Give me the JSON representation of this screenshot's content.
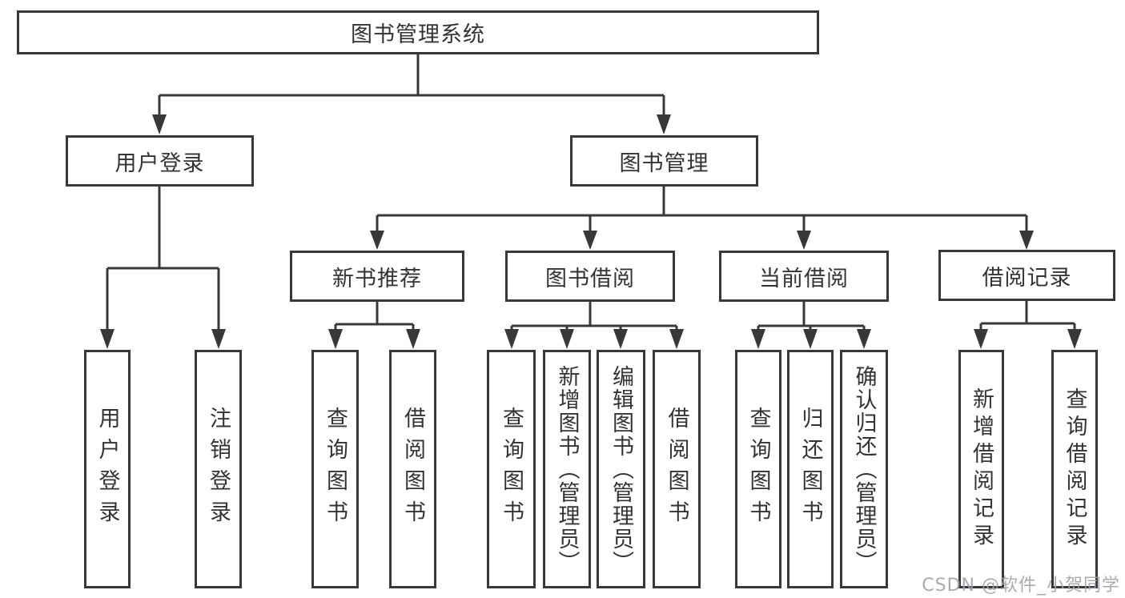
{
  "diagram": {
    "root": {
      "label": "图书管理系统"
    },
    "branches": [
      {
        "label": "用户登录",
        "children": [
          {
            "label": "用户登录"
          },
          {
            "label": "注销登录"
          }
        ]
      },
      {
        "label": "图书管理",
        "children": [
          {
            "label": "新书推荐",
            "children": [
              {
                "label": "查询图书"
              },
              {
                "label": "借阅图书"
              }
            ]
          },
          {
            "label": "图书借阅",
            "children": [
              {
                "label": "查询图书"
              },
              {
                "label": "新增图书（管理员）"
              },
              {
                "label": "编辑图书（管理员）"
              },
              {
                "label": "借阅图书"
              }
            ]
          },
          {
            "label": "当前借阅",
            "children": [
              {
                "label": "查询图书"
              },
              {
                "label": "归还图书"
              },
              {
                "label": "确认归还（管理员）"
              }
            ]
          },
          {
            "label": "借阅记录",
            "children": [
              {
                "label": "新增借阅记录"
              },
              {
                "label": "查询借阅记录"
              }
            ]
          }
        ]
      }
    ]
  },
  "watermark": {
    "text": "CSDN @软件_小贺同学"
  },
  "colors": {
    "line": "#383838",
    "text": "#333333",
    "background": "#ffffff",
    "watermark": "#9ea3a8"
  }
}
